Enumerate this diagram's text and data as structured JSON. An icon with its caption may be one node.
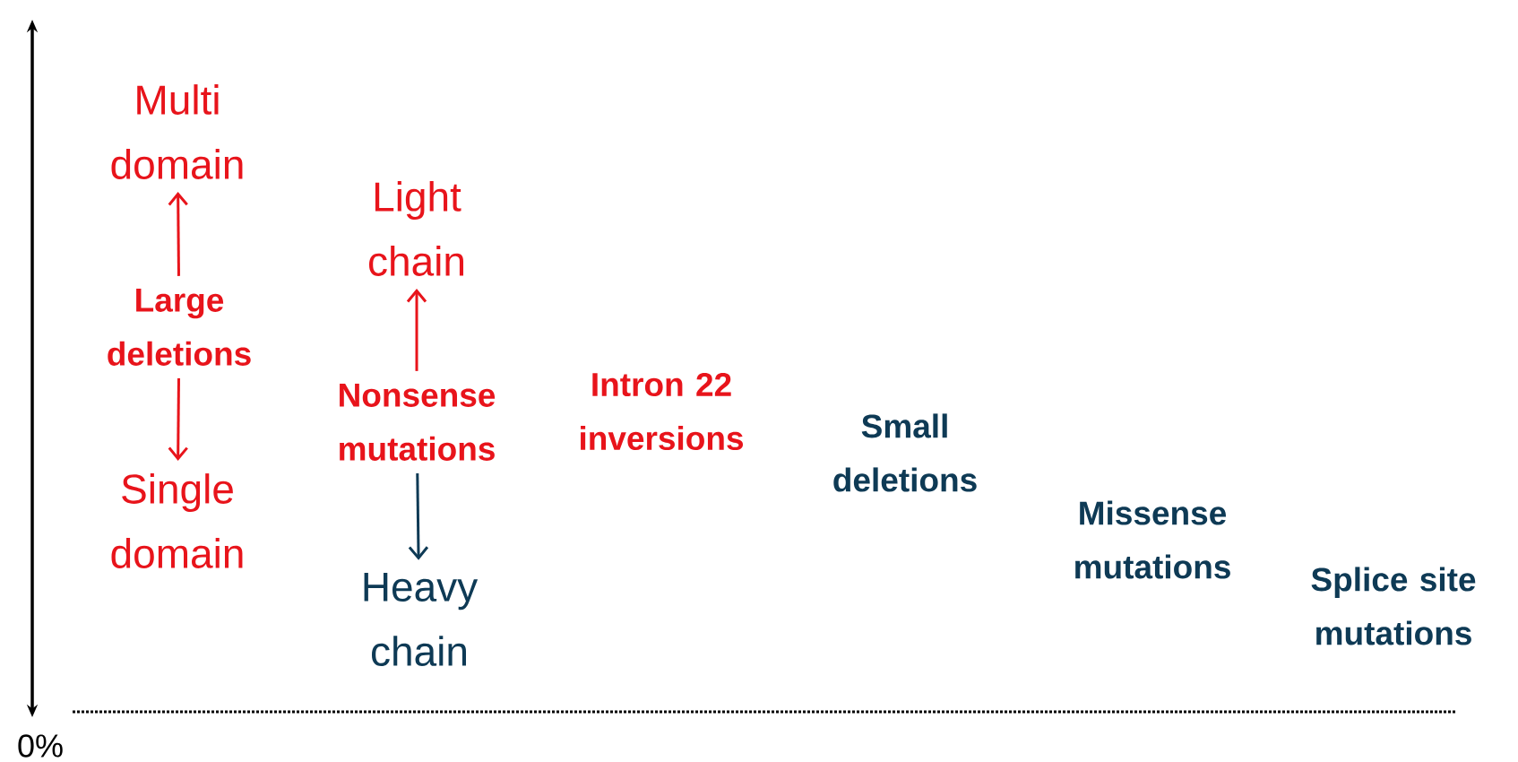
{
  "diagram": {
    "nodes": [
      {
        "text": [
          "Multi domain"
        ]
      },
      {
        "text": [
          "Large deletions"
        ]
      },
      {
        "text": [
          "Single domain"
        ]
      },
      {
        "text": [
          "Light chain"
        ]
      },
      {
        "text": [
          "Nonsense mutations"
        ]
      },
      {
        "text": [
          "Heavy chain"
        ]
      },
      {
        "text": [
          "Intron 22 inversions"
        ]
      },
      {
        "text": [
          "Small deletions"
        ]
      },
      {
        "text": [
          "Missense mutations"
        ]
      },
      {
        "text": [
          "Splice site mutations"
        ]
      }
    ],
    "edges": [
      {
        "from": 1,
        "to": 0,
        "arrow": "to"
      },
      {
        "from": 1,
        "to": 2,
        "arrow": "to"
      },
      {
        "from": 4,
        "to": 3,
        "arrow": "to"
      },
      {
        "from": 4,
        "to": 5,
        "arrow": "to",
        "color": "#0e3a55"
      }
    ],
    "labels": [
      "0%"
    ]
  }
}
